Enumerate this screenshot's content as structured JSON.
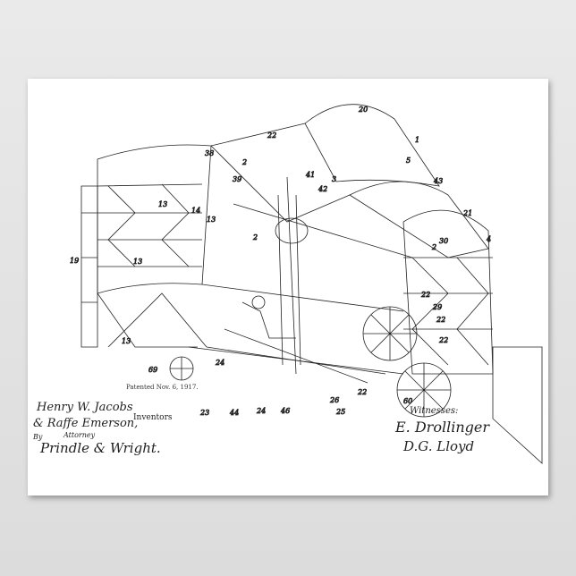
{
  "poster": {
    "patent_date": "Patented Nov. 6, 1917.",
    "inventors": {
      "line1": "Henry W. Jacobs",
      "line2": "& Raffe Emerson,",
      "role": "Inventors"
    },
    "attorney": {
      "by": "By",
      "role": "Attorney",
      "name": "Prindle & Wright."
    },
    "witnesses": {
      "heading": "Witnesses:",
      "name1": "E. Drollinger",
      "name2": "D.G. Lloyd"
    },
    "reference_numbers": [
      "38",
      "2",
      "39",
      "22",
      "20",
      "1",
      "5",
      "3",
      "43",
      "41",
      "42",
      "14",
      "13",
      "13",
      "2",
      "30",
      "21",
      "4",
      "19",
      "13",
      "2",
      "22",
      "22",
      "29",
      "22",
      "13",
      "69",
      "24",
      "23",
      "44",
      "24",
      "46",
      "26",
      "25",
      "22",
      "60"
    ]
  },
  "colors": {
    "background": "#e2e2e2",
    "paper": "#ffffff",
    "ink": "#222222"
  }
}
